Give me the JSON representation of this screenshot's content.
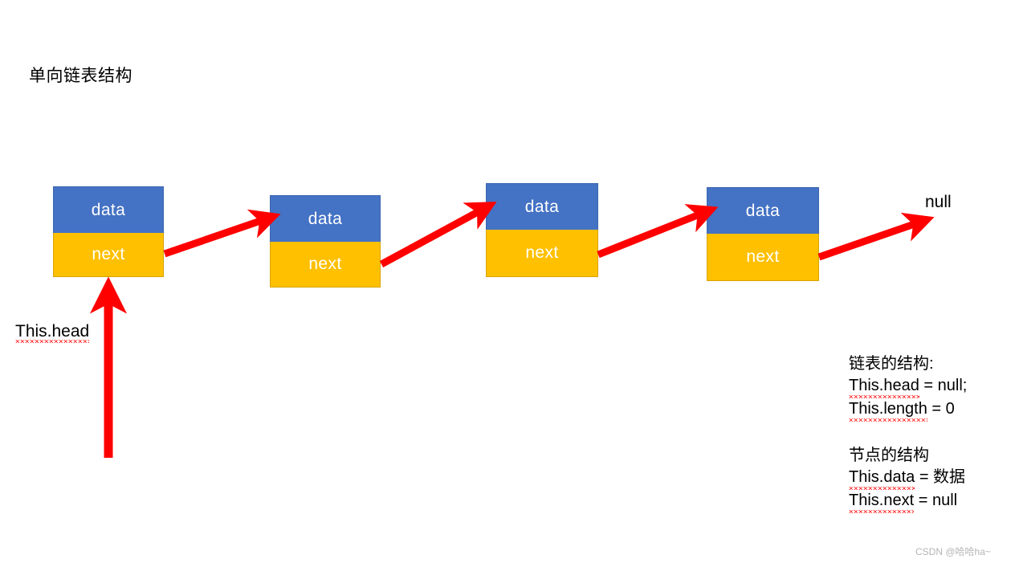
{
  "diagram": {
    "title": "单向链表结构",
    "background_color": "#ffffff",
    "colors": {
      "data_cell": "#4472c4",
      "next_cell": "#ffc000",
      "arrow": "#ff0000",
      "text": "#000000",
      "cell_text": "#ffffff",
      "squiggle": "#ff0000",
      "watermark": "#b5b5b5"
    },
    "nodes": [
      {
        "data_label": "data",
        "next_label": "next"
      },
      {
        "data_label": "data",
        "next_label": "next"
      },
      {
        "data_label": "data",
        "next_label": "next"
      },
      {
        "data_label": "data",
        "next_label": "next"
      }
    ],
    "terminator_label": "null",
    "head_pointer_label": "This.head",
    "annotations": {
      "list_structure": {
        "heading": "链表的结构:",
        "lines": [
          {
            "code": "This.head",
            "rest": " = null;"
          },
          {
            "code": "This.length",
            "rest": " = 0"
          }
        ]
      },
      "node_structure": {
        "heading": "节点的结构",
        "lines": [
          {
            "code": "This.data",
            "rest": " = 数据"
          },
          {
            "code": "This.next",
            "rest": "  = null"
          }
        ]
      }
    },
    "watermark": "CSDN @哈哈ha~"
  }
}
